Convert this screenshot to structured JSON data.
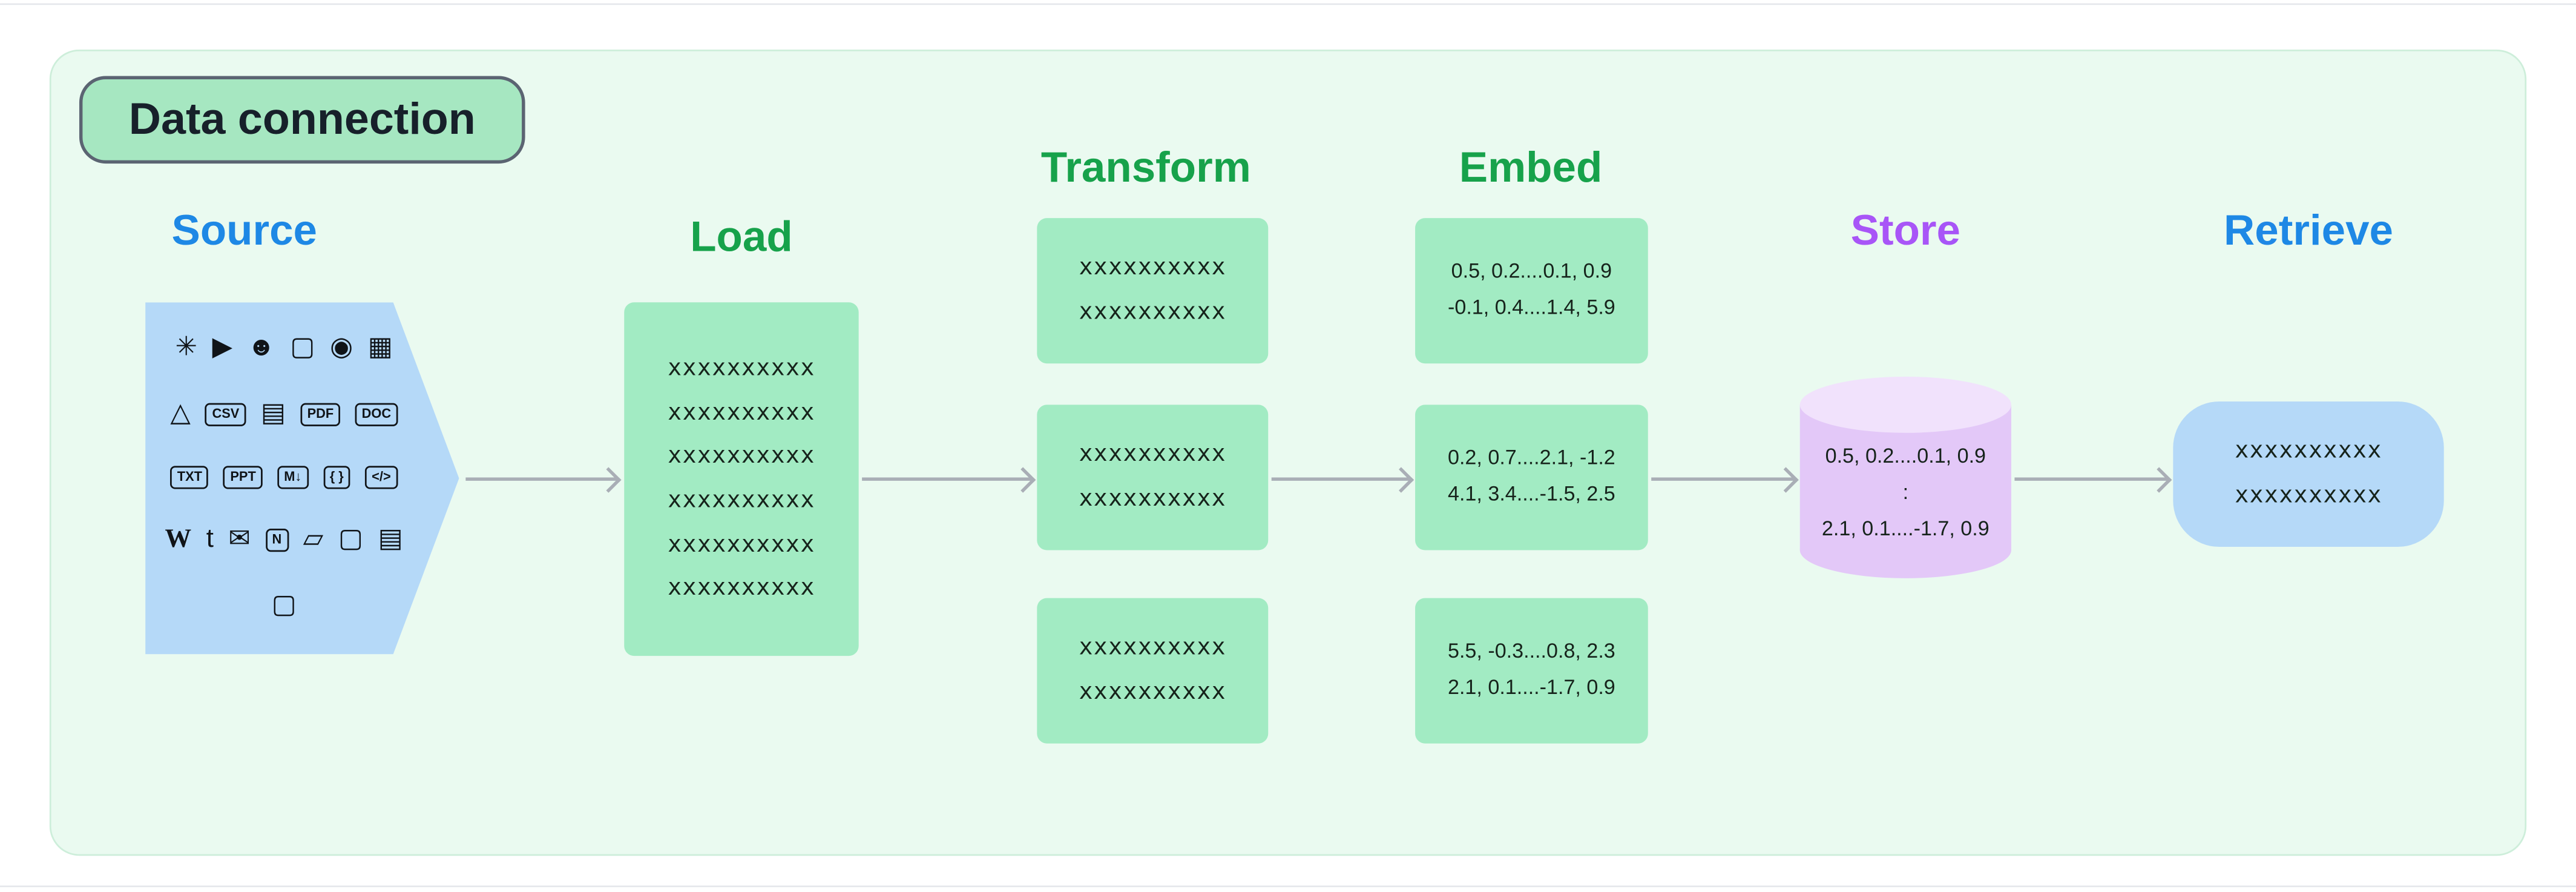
{
  "badge": {
    "label": "Data connection"
  },
  "headers": {
    "source": "Source",
    "load": "Load",
    "transform": "Transform",
    "embed": "Embed",
    "store": "Store",
    "retrieve": "Retrieve"
  },
  "source": {
    "icons": [
      {
        "name": "slack-icon",
        "glyph": "✳"
      },
      {
        "name": "youtube-icon",
        "glyph": "▶"
      },
      {
        "name": "discord-icon",
        "glyph": "☻"
      },
      {
        "name": "file-icon",
        "glyph": "▢"
      },
      {
        "name": "github-icon",
        "glyph": "◉"
      },
      {
        "name": "image-icon",
        "glyph": "▦"
      },
      {
        "name": "drive-icon",
        "glyph": "△"
      },
      {
        "name": "csv-icon",
        "glyph": "CSV"
      },
      {
        "name": "document-icon",
        "glyph": "▤"
      },
      {
        "name": "pdf-icon",
        "glyph": "PDF"
      },
      {
        "name": "doc-icon",
        "glyph": "DOC"
      },
      {
        "name": "txt-icon",
        "glyph": "TXT"
      },
      {
        "name": "ppt-icon",
        "glyph": "PPT"
      },
      {
        "name": "markdown-icon",
        "glyph": "M↓"
      },
      {
        "name": "json-icon",
        "glyph": "{ }"
      },
      {
        "name": "html-icon",
        "glyph": "</>"
      },
      {
        "name": "wikipedia-icon",
        "glyph": "W"
      },
      {
        "name": "twitter-icon",
        "glyph": "t"
      },
      {
        "name": "email-icon",
        "glyph": "✉"
      },
      {
        "name": "notion-icon",
        "glyph": "N"
      },
      {
        "name": "folder-icon",
        "glyph": "▱"
      },
      {
        "name": "file2-icon",
        "glyph": "▢"
      },
      {
        "name": "note-icon",
        "glyph": "▤"
      },
      {
        "name": "file3-icon",
        "glyph": "▢"
      }
    ]
  },
  "load": {
    "lines": [
      "xxxxxxxxxx",
      "xxxxxxxxxx",
      "xxxxxxxxxx",
      "xxxxxxxxxx",
      "xxxxxxxxxx",
      "xxxxxxxxxx"
    ]
  },
  "transform": {
    "boxes": [
      {
        "lines": [
          "xxxxxxxxxx",
          "xxxxxxxxxx"
        ]
      },
      {
        "lines": [
          "xxxxxxxxxx",
          "xxxxxxxxxx"
        ]
      },
      {
        "lines": [
          "xxxxxxxxxx",
          "xxxxxxxxxx"
        ]
      }
    ]
  },
  "embed": {
    "boxes": [
      {
        "lines": [
          "0.5, 0.2....0.1, 0.9",
          "-0.1, 0.4....1.4, 5.9"
        ]
      },
      {
        "lines": [
          "0.2, 0.7....2.1, -1.2",
          "4.1, 3.4....-1.5, 2.5"
        ]
      },
      {
        "lines": [
          "5.5, -0.3....0.8, 2.3",
          "2.1, 0.1....-1.7, 0.9"
        ]
      }
    ]
  },
  "store": {
    "lines": [
      "0.5, 0.2....0.1, 0.9",
      ":",
      "2.1, 0.1....-1.7, 0.9"
    ]
  },
  "retrieve": {
    "lines": [
      "xxxxxxxxxx",
      "xxxxxxxxxx"
    ]
  },
  "colors": {
    "frame-bg": "#eafaf0",
    "frame-border": "#cdeeda",
    "badge-bg": "#a6e7c1",
    "badge-border": "#5b6472",
    "green": "#17a24b",
    "blue": "#1e88e5",
    "purple": "#a855f7",
    "green-box": "#a2ebc3",
    "blue-box": "#b5d9f8",
    "purple-box": "#e3c8f8",
    "purple-top": "#f1e2fc",
    "arrow": "#a9aeb6"
  }
}
